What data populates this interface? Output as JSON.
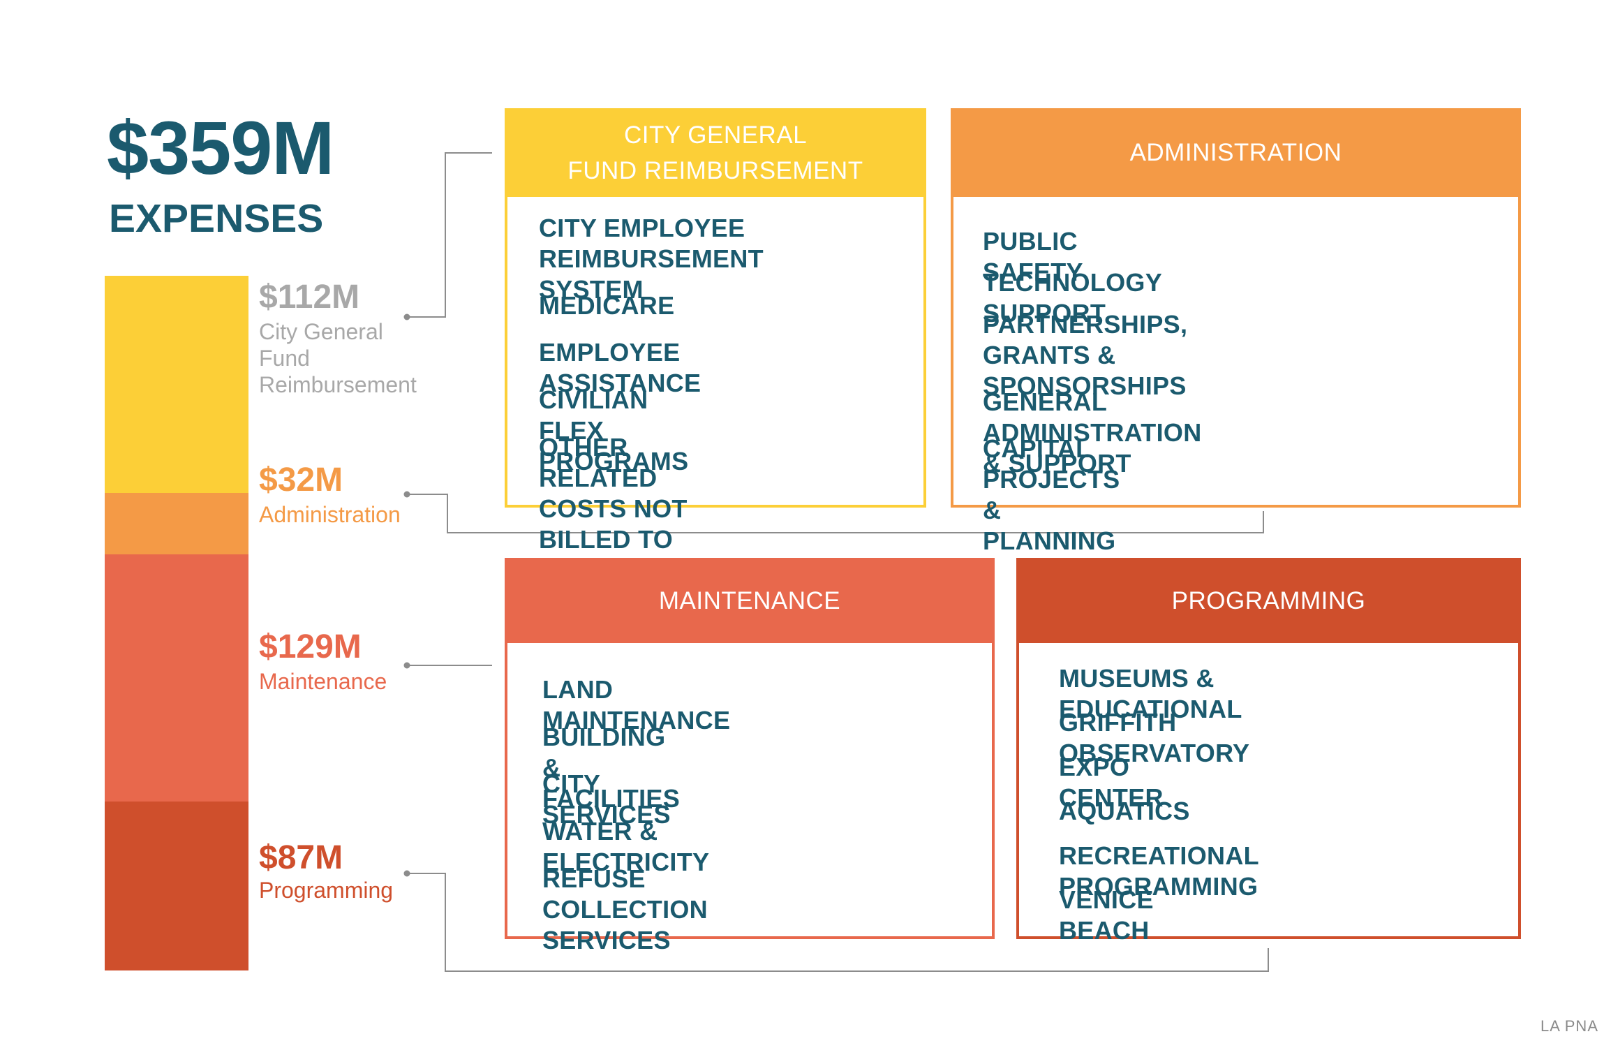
{
  "total": "$359M",
  "total_label": "EXPENSES",
  "segments": [
    {
      "amount": "$112M",
      "label": "City General\nFund\nReimbursement",
      "color": "#fccf37",
      "text_color": "#a8a8a8"
    },
    {
      "amount": "$32M",
      "label": "Administration",
      "color": "#f49a46",
      "text_color": "#f49a46"
    },
    {
      "amount": "$129M",
      "label": "Maintenance",
      "color": "#e8684c",
      "text_color": "#e8684c"
    },
    {
      "amount": "$87M",
      "label": "Programming",
      "color": "#cf4f2c",
      "text_color": "#cf4f2c"
    }
  ],
  "cards": {
    "general_fund": {
      "title": "CITY GENERAL\nFUND REIMBURSEMENT",
      "items": [
        "CITY EMPLOYEE\nREIMBURSEMENT SYSTEM",
        "MEDICARE",
        "EMPLOYEE ASSISTANCE",
        "CIVILIAN FLEX PROGRAMS",
        "OTHER RELATED COSTS NOT\nBILLED TO THE DEPARTMENT"
      ]
    },
    "administration": {
      "title": "ADMINISTRATION",
      "items": [
        "PUBLIC SAFETY",
        "TECHNOLOGY SUPPORT",
        "PARTNERSHIPS, GRANTS &\nSPONSORSHIPS",
        "GENERAL ADMINISTRATION & SUPPORT",
        "CAPITAL PROJECTS & PLANNING"
      ]
    },
    "maintenance": {
      "title": "MAINTENANCE",
      "items": [
        "LAND MAINTENANCE",
        "BUILDING & FACILITIES",
        "CITY SERVICES",
        "WATER & ELECTRICITY",
        "REFUSE COLLECTION  SERVICES"
      ]
    },
    "programming": {
      "title": "PROGRAMMING",
      "items": [
        "MUSEUMS & EDUCATIONAL",
        "GRIFFITH OBSERVATORY",
        "EXPO CENTER",
        "AQUATICS",
        "RECREATIONAL PROGRAMMING",
        "VENICE BEACH"
      ]
    }
  },
  "credit": "LA PNA"
}
